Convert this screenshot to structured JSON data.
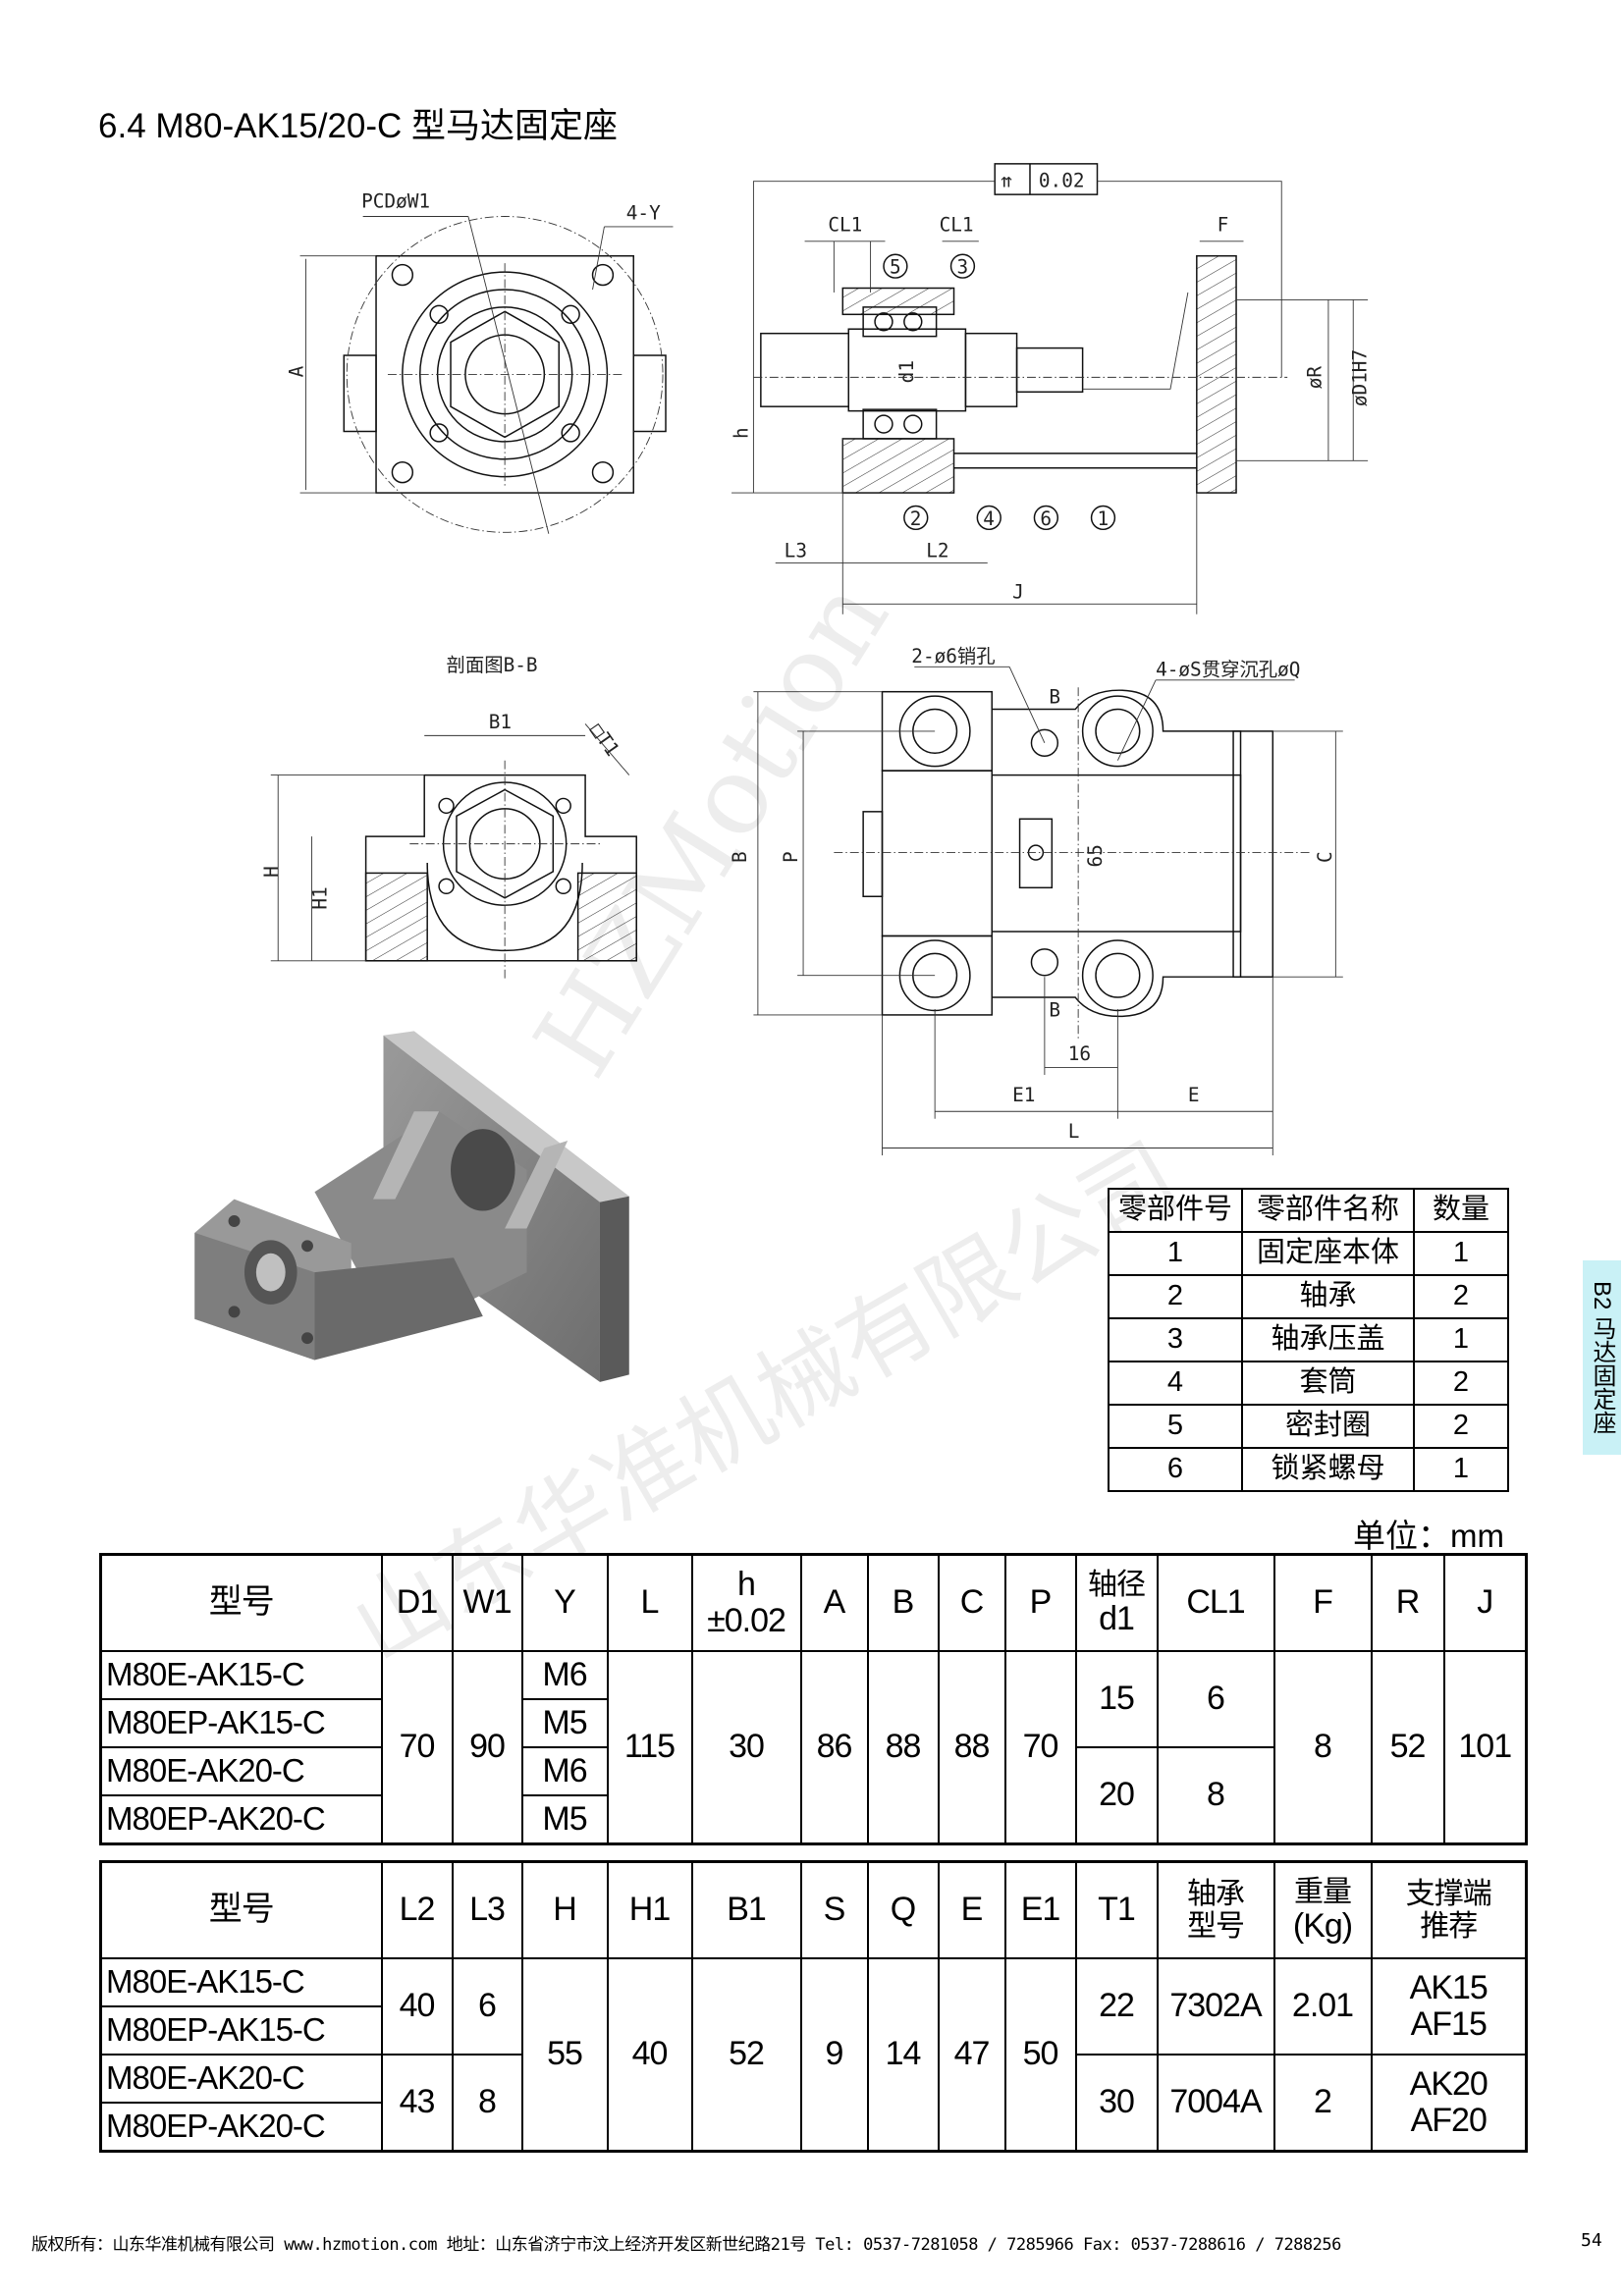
{
  "title": "6.4 M80-AK15/20-C 型马达固定座",
  "watermark": {
    "en": "HZMotion",
    "cn": "山东华准机械有限公司"
  },
  "drawing_labels": {
    "pcd": "PCDøW1",
    "four_y": "4-Y",
    "a": "A",
    "tolerance": "0.02",
    "cl1_a": "CL1",
    "cl1_b": "CL1",
    "f": "F",
    "h": "h",
    "d1": "d1",
    "r": "øR",
    "d1h7": "øD1H7",
    "l3": "L3",
    "l2": "L2",
    "j": "J",
    "balloons": [
      "5",
      "3",
      "2",
      "4",
      "6",
      "1"
    ],
    "section_title": "剖面图B-B",
    "b1": "B1",
    "t1": "□T1",
    "hh": "H",
    "h1": "H1",
    "pin_hole": "2-ø6销孔",
    "thru_hole": "4-øS贯穿沉孔øQ",
    "b_top": "B",
    "b_bottom": "B",
    "b_dim": "B",
    "p": "P",
    "sixty_five": "65",
    "c": "C",
    "sixteen": "16",
    "e1": "E1",
    "e": "E",
    "l": "L"
  },
  "parts_table": {
    "headers": [
      "零部件号",
      "零部件名称",
      "数量"
    ],
    "rows": [
      [
        "1",
        "固定座本体",
        "1"
      ],
      [
        "2",
        "轴承",
        "2"
      ],
      [
        "3",
        "轴承压盖",
        "1"
      ],
      [
        "4",
        "套筒",
        "2"
      ],
      [
        "5",
        "密封圈",
        "2"
      ],
      [
        "6",
        "锁紧螺母",
        "1"
      ]
    ]
  },
  "side_tab": "B2 马达固定座",
  "unit": "单位：mm",
  "table1": {
    "headers": {
      "model": "型号",
      "d1": "D1",
      "w1": "W1",
      "y": "Y",
      "l": "L",
      "h": "h",
      "h_tol": "±0.02",
      "a": "A",
      "b": "B",
      "c": "C",
      "p": "P",
      "shaft": "轴径",
      "shaft_d1": "d1",
      "cl1": "CL1",
      "f": "F",
      "r": "R",
      "j": "J"
    },
    "models": [
      "M80E-AK15-C",
      "M80EP-AK15-C",
      "M80E-AK20-C",
      "M80EP-AK20-C"
    ],
    "y": [
      "M6",
      "M5",
      "M6",
      "M5"
    ],
    "d1": "70",
    "w1": "90",
    "l": "115",
    "h": "30",
    "a": "86",
    "b": "88",
    "c": "88",
    "p": "70",
    "shaft_d1": [
      "15",
      "20"
    ],
    "cl1": [
      "6",
      "8"
    ],
    "f": "8",
    "r": "52",
    "j": "101"
  },
  "table2": {
    "headers": {
      "model": "型号",
      "l2": "L2",
      "l3": "L3",
      "h": "H",
      "h1": "H1",
      "b1": "B1",
      "s": "S",
      "q": "Q",
      "e": "E",
      "e1": "E1",
      "t1": "T1",
      "bearing_1": "轴承",
      "bearing_2": "型号",
      "weight_1": "重量",
      "weight_2": "(Kg)",
      "support_1": "支撑端",
      "support_2": "推荐"
    },
    "models": [
      "M80E-AK15-C",
      "M80EP-AK15-C",
      "M80E-AK20-C",
      "M80EP-AK20-C"
    ],
    "l2": [
      "40",
      "43"
    ],
    "l3": [
      "6",
      "8"
    ],
    "h": "55",
    "h1": "40",
    "b1": "52",
    "s": "9",
    "q": "14",
    "e": "47",
    "e1": "50",
    "t1": [
      "22",
      "30"
    ],
    "bearing": [
      "7302A",
      "7004A"
    ],
    "weight": [
      "2.01",
      "2"
    ],
    "support": [
      [
        "AK15",
        "AF15"
      ],
      [
        "AK20",
        "AF20"
      ]
    ]
  },
  "footer": "版权所有：山东华准机械有限公司 www.hzmotion.com 地址：山东省济宁市汶上经济开发区新世纪路21号 Tel: 0537-7281058 / 7285966 Fax: 0537-7288616 / 7288256",
  "page_number": "54"
}
